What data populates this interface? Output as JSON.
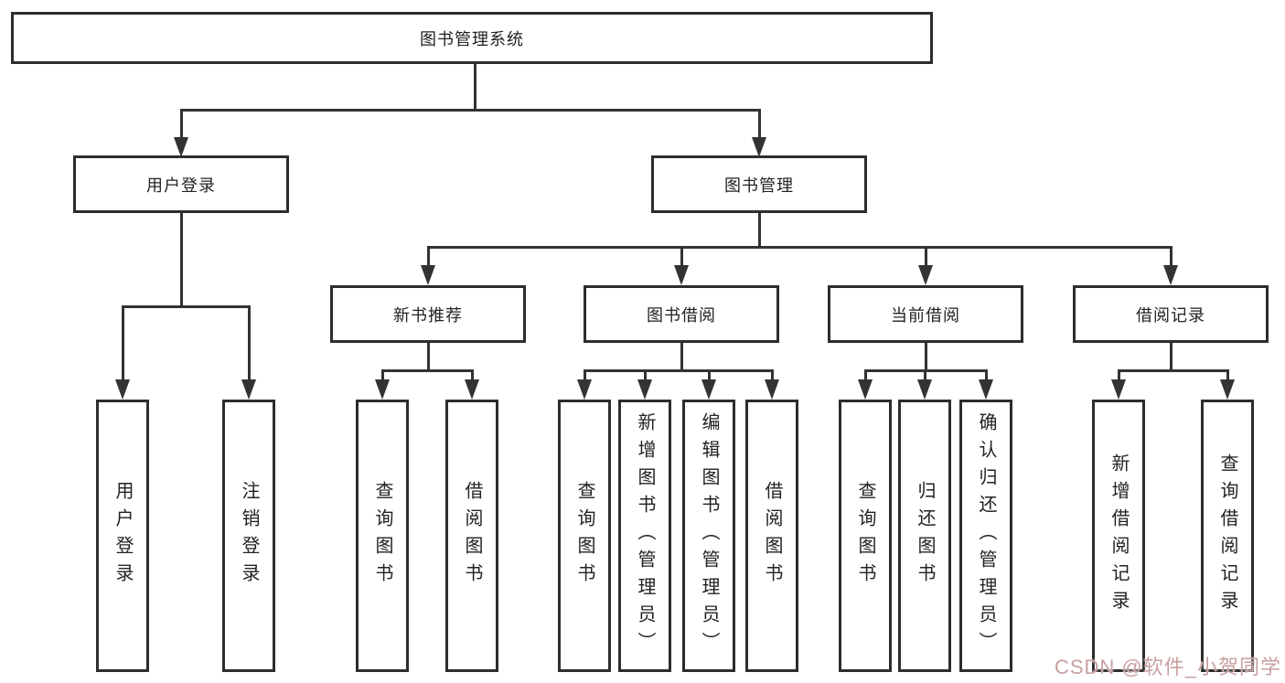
{
  "diagram_title": "图书管理系统",
  "tree": {
    "root": {
      "label": "图书管理系统",
      "children": [
        {
          "label": "用户登录",
          "children": [
            {
              "label": "用户登录"
            },
            {
              "label": "注销登录"
            }
          ]
        },
        {
          "label": "图书管理",
          "children": [
            {
              "label": "新书推荐",
              "children": [
                {
                  "label": "查询图书"
                },
                {
                  "label": "借阅图书"
                }
              ]
            },
            {
              "label": "图书借阅",
              "children": [
                {
                  "label": "查询图书"
                },
                {
                  "label": "新增图书（管理员）"
                },
                {
                  "label": "编辑图书（管理员）"
                },
                {
                  "label": "借阅图书"
                }
              ]
            },
            {
              "label": "当前借阅",
              "children": [
                {
                  "label": "查询图书"
                },
                {
                  "label": "归还图书"
                },
                {
                  "label": "确认归还（管理员）"
                }
              ]
            },
            {
              "label": "借阅记录",
              "children": [
                {
                  "label": "新增借阅记录"
                },
                {
                  "label": "查询借阅记录"
                }
              ]
            }
          ]
        }
      ]
    }
  },
  "watermark": {
    "text": "CSDN @软件_小贺同学",
    "color": "#c9a0a0"
  },
  "colors": {
    "line": "#333333",
    "box_border": "#2d2d2d",
    "text": "#222222",
    "background": "#ffffff"
  }
}
